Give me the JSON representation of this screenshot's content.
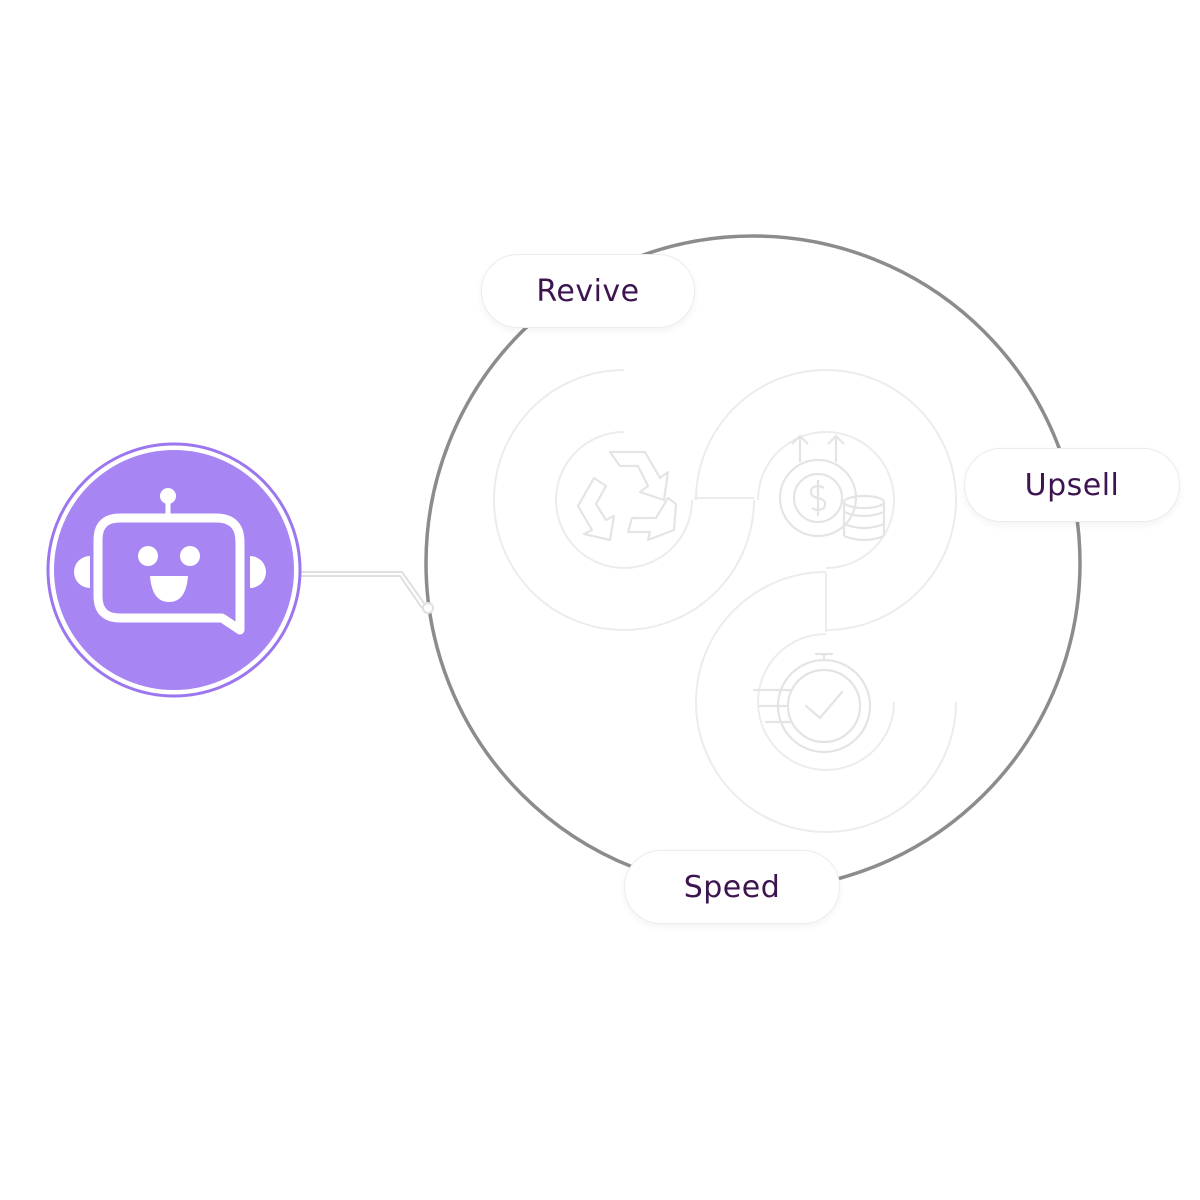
{
  "colors": {
    "accent": "#a785f3",
    "accent_ring": "#9b76ef",
    "label_text": "#3c1450",
    "big_circle": "#8c8c8c",
    "faint_shape": "#ececec"
  },
  "nodes": {
    "bot": {
      "icon": "robot-chat-icon"
    },
    "revive": {
      "label": "Revive",
      "icon": "recycle-icon"
    },
    "upsell": {
      "label": "Upsell",
      "icon": "money-growth-icon"
    },
    "speed": {
      "label": "Speed",
      "icon": "stopwatch-check-icon"
    }
  }
}
